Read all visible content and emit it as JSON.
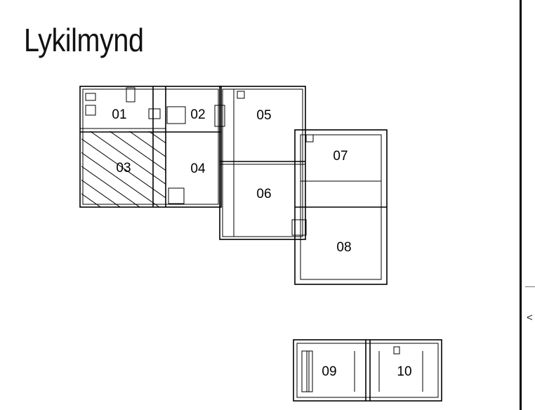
{
  "title": "Lykilmynd",
  "edge_char": "<",
  "rooms": {
    "r01": "01",
    "r02": "02",
    "r03": "03",
    "r04": "04",
    "r05": "05",
    "r06": "06",
    "r07": "07",
    "r08": "08",
    "r09": "09",
    "r10": "10"
  },
  "highlighted_room": "03",
  "colors": {
    "line": "#000000",
    "background": "#ffffff"
  }
}
